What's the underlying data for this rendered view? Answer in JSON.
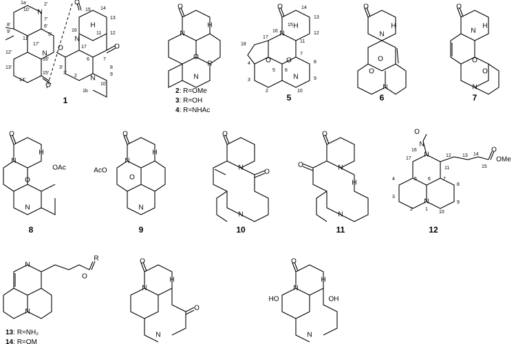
{
  "compound_numbers": [
    "1",
    "2",
    "3",
    "4",
    "5",
    "6",
    "7",
    "8",
    "9",
    "10",
    "11",
    "12",
    "13"
  ],
  "atoms": {
    "N": "N",
    "O": "O",
    "H": "H",
    "R": "R",
    "OAc": "OAc",
    "AcO": "AcO",
    "OH": "OH",
    "HO": "HO",
    "OMe": "OMe"
  },
  "variants": {
    "c2": "R=OMe",
    "c3": "R=OH",
    "c4": "R=NHAc",
    "c13": "R=NH₂",
    "c14": "R=OM"
  },
  "variant_numbers": {
    "c2": "2",
    "c3": "3",
    "c4": "4",
    "c13": "13",
    "c14": "14"
  },
  "structure_1_labels": [
    "1a",
    "10'",
    "11'",
    "12'",
    "13'",
    "14'",
    "15'",
    "16'",
    "17'",
    "8'",
    "9'",
    "7'",
    "6'",
    "5'",
    "2'",
    "3'",
    "16",
    "15",
    "14",
    "13",
    "12",
    "11",
    "17",
    "7",
    "6",
    "8",
    "9",
    "10",
    "2",
    "3'",
    "1b"
  ],
  "structure_5_labels": [
    "15",
    "14",
    "13",
    "16",
    "12",
    "11",
    "17",
    "18",
    "7",
    "6",
    "8",
    "9",
    "10",
    "5",
    "4",
    "3",
    "2"
  ],
  "structure_12_labels": [
    "16",
    "17",
    "12",
    "13",
    "14",
    "15",
    "11",
    "6",
    "5",
    "4",
    "3",
    "2",
    "1",
    "10",
    "9",
    "8",
    "7"
  ]
}
